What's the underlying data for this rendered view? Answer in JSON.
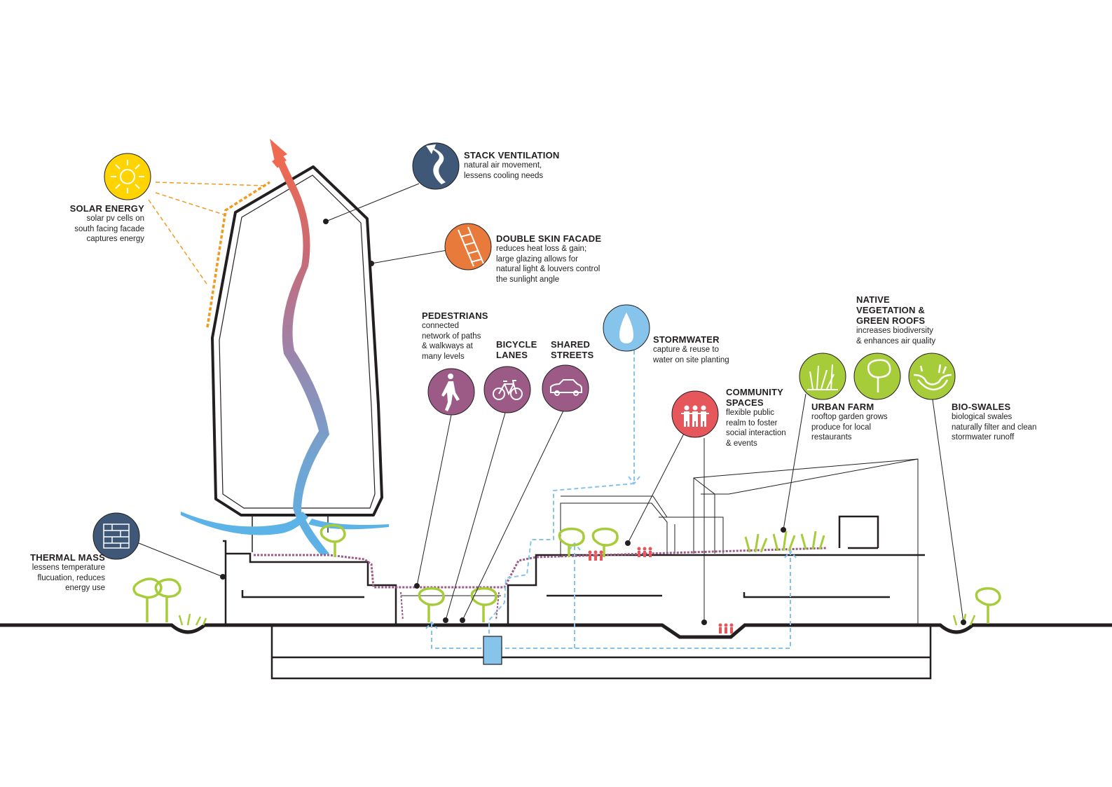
{
  "colors": {
    "solar": "#ffd400",
    "stack": "#3f5878",
    "facade": "#e87a3c",
    "movement": "#9b5b86",
    "water": "#86c4ec",
    "community": "#e5575a",
    "green": "#a7cc3a",
    "thermal": "#3f5878",
    "orange_line": "#f29a1e"
  },
  "labels": {
    "solar": {
      "title": "SOLAR ENERGY",
      "desc": "solar pv cells on\nsouth facing facade\ncaptures energy",
      "icon": "sun-icon"
    },
    "stack": {
      "title": "STACK VENTILATION",
      "desc": "natural air movement,\nlessens cooling needs",
      "icon": "airflow-icon"
    },
    "facade": {
      "title": "DOUBLE SKIN FACADE",
      "desc": "reduces heat loss & gain;\nlarge glazing allows for\nnatural light & louvers control\nthe sunlight angle",
      "icon": "louver-icon"
    },
    "thermal": {
      "title": "THERMAL MASS",
      "desc": "lessens temperature\nflucuation, reduces\nenergy use",
      "icon": "brick-icon"
    },
    "pedestrians": {
      "title": "PEDESTRIANS",
      "desc": "connected\nnetwork of paths\n& walkways at\nmany levels",
      "icon": "pedestrian-icon"
    },
    "bicycle": {
      "title": "BICYCLE\nLANES",
      "icon": "bicycle-icon"
    },
    "shared": {
      "title": "SHARED\nSTREETS",
      "icon": "car-icon"
    },
    "stormwater": {
      "title": "STORMWATER",
      "desc": "capture & reuse to\nwater on site planting",
      "icon": "water-drop-icon"
    },
    "community": {
      "title": "COMMUNITY\nSPACES",
      "desc": "flexible public\nrealm to foster\nsocial interaction\n& events",
      "icon": "people-icon"
    },
    "native": {
      "title": "NATIVE\nVEGETATION &\nGREEN ROOFS",
      "desc": "increases biodiversity\n& enhances air quality",
      "icon": "tree-icon"
    },
    "farm": {
      "title": "URBAN FARM",
      "desc": "rooftop garden grows\nproduce for local\nrestaurants",
      "icon": "crop-icon"
    },
    "bioswale": {
      "title": "BIO-SWALES",
      "desc": "biological swales\nnaturally filter and clean\nstormwater runoff",
      "icon": "swale-icon"
    }
  }
}
